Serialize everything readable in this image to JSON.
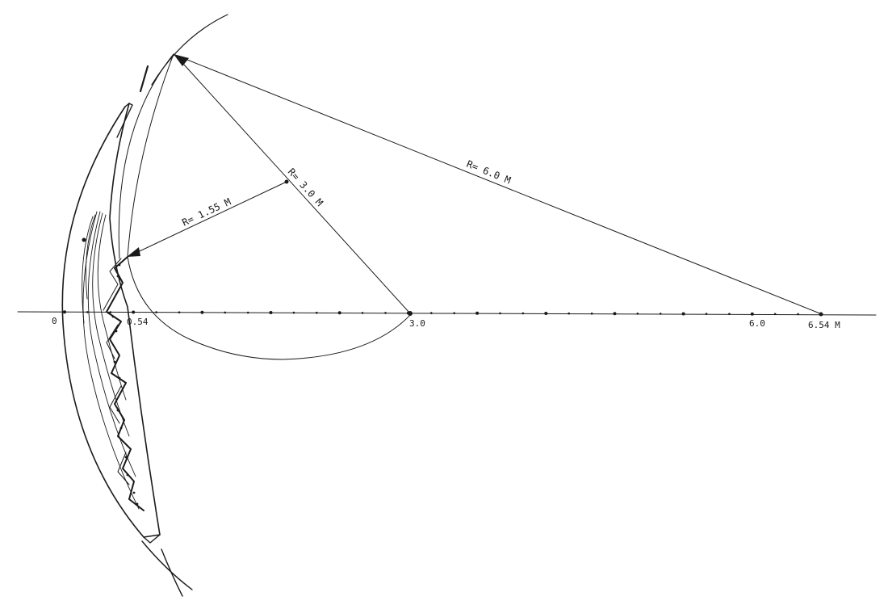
{
  "axis": {
    "ticks": [
      {
        "label": "0",
        "value": 0
      },
      {
        "label": "0.54",
        "value": 0.54
      },
      {
        "label": "3.0",
        "value": 3.0
      },
      {
        "label": "6.0",
        "value": 6.0
      },
      {
        "label": "6.54 M",
        "value": 6.54
      }
    ]
  },
  "radii": [
    {
      "label": "R= 1.55 M",
      "value_m": 1.55
    },
    {
      "label": "R= 3.0 M",
      "value_m": 3.0
    },
    {
      "label": "R= 6.0 M",
      "value_m": 6.0
    }
  ]
}
